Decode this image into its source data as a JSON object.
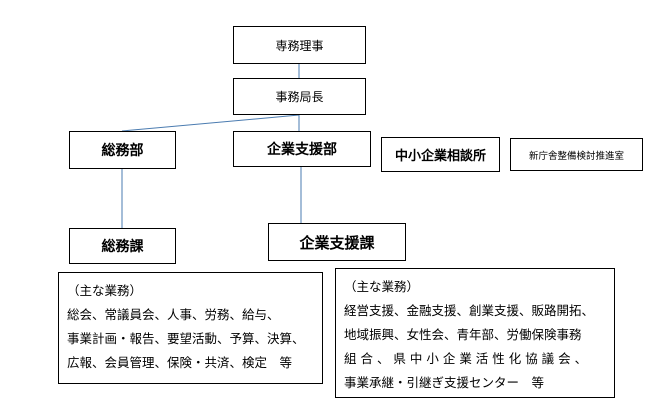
{
  "nodes": {
    "senmu": "専務理事",
    "jimukyokucho": "事務局長",
    "somubu": "総務部",
    "kigyoshienbu": "企業支援部",
    "chusho_sodansho": "中小企業相談所",
    "shinchosha": "新庁舎整備検討推進室",
    "somuka": "総務課",
    "kigyoshienka": "企業支援課"
  },
  "duties_left": {
    "heading": "（主な業務）",
    "lines": [
      "総会、常議員会、人事、労務、給与、",
      "事業計画・報告、要望活動、予算、決算、",
      "広報、会員管理、保険・共済、検定　等"
    ]
  },
  "duties_right": {
    "heading": "（主な業務）",
    "lines": [
      "経営支援、金融支援、創業支援、販路開拓、",
      "地域振興、女性会、青年部、労働保険事務",
      "組 合 、 県 中 小 企 業 活 性 化 協 議 会 、",
      "事業承継・引継ぎ支援センター　等"
    ]
  },
  "colors": {
    "connector": "#4a7bb0",
    "border": "#000000"
  }
}
